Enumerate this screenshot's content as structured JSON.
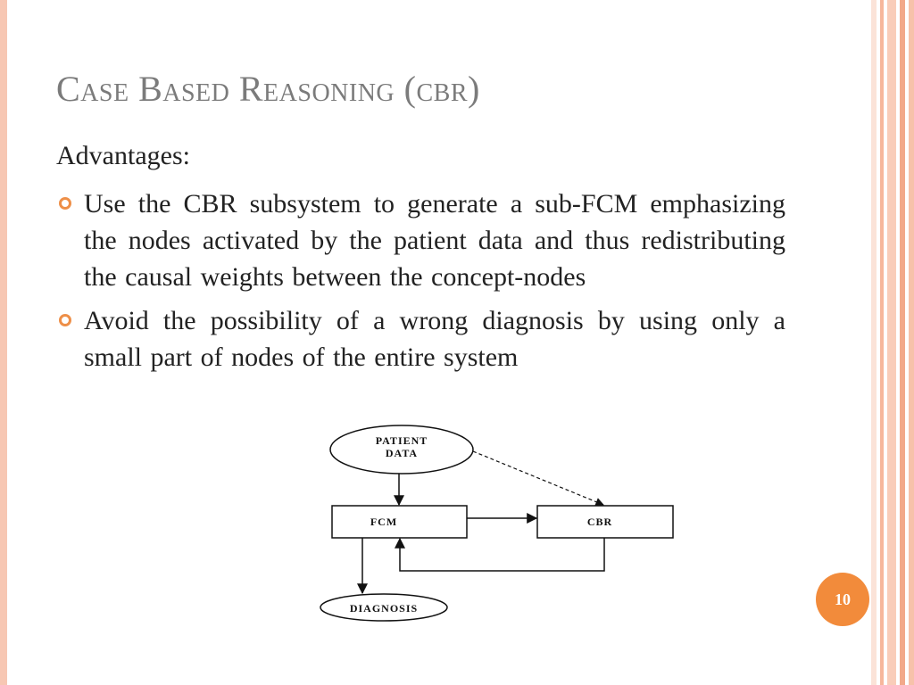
{
  "slide": {
    "title": "Case Based Reasoning (cbr)",
    "subheading": "Advantages:",
    "bullets": [
      "Use the CBR subsystem to generate a sub-FCM emphasizing the nodes activated by the patient data and thus redistributing the causal weights between the concept-nodes",
      "Avoid the possibility of a wrong diagnosis by using only a small part of nodes of the entire system"
    ],
    "page_number": "10"
  },
  "diagram": {
    "patient_data_line1": "PATIENT",
    "patient_data_line2": "DATA",
    "fcm_label": "FCM",
    "cbr_label": "CBR",
    "diagnosis_label": "DIAGNOSIS"
  },
  "colors": {
    "accent": "#f28b3b",
    "title": "#7b7b7b",
    "stripe_light": "#f9d3c2",
    "stripe_dark": "#f2a98a"
  }
}
